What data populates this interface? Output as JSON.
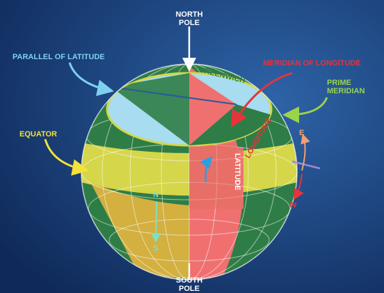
{
  "labels": {
    "north_pole": [
      "NORTH",
      "POLE"
    ],
    "south_pole": [
      "SOUTH",
      "POLE"
    ],
    "parallel_of_latitude": "PARALLEL OF LATITUDE",
    "meridian_of_longitude": "MERIDIAN OF LONGITUDE",
    "prime_meridian": [
      "PRIME",
      "MERIDIAN"
    ],
    "equator": "EQUATOR",
    "latitude": "LATITUDE",
    "longitude": "LONGITUDE",
    "greenwich": "GREENWICH",
    "compass_n": "N",
    "compass_s": "S",
    "compass_e": "E",
    "compass_w": "W"
  },
  "colors": {
    "background_dark": "#0f2a5a",
    "background_light": "#2e64a8",
    "ocean_cap": "#a8dcf0",
    "land_green": "#2f7d46",
    "equator_band": "#d5d64a",
    "meridian_red": "#f07070",
    "meridian_dark_red": "#e0324a",
    "latitude_orange": "#f0b840",
    "label_blue": "#7fd0f0",
    "label_red": "#e8323c",
    "label_green": "#9bd34a",
    "label_yellow": "#f2e23a",
    "label_white": "#ffffff",
    "compass_n_s": "#7fe0c0",
    "compass_e": "#f0a070",
    "compass_w": "#e8323c"
  }
}
